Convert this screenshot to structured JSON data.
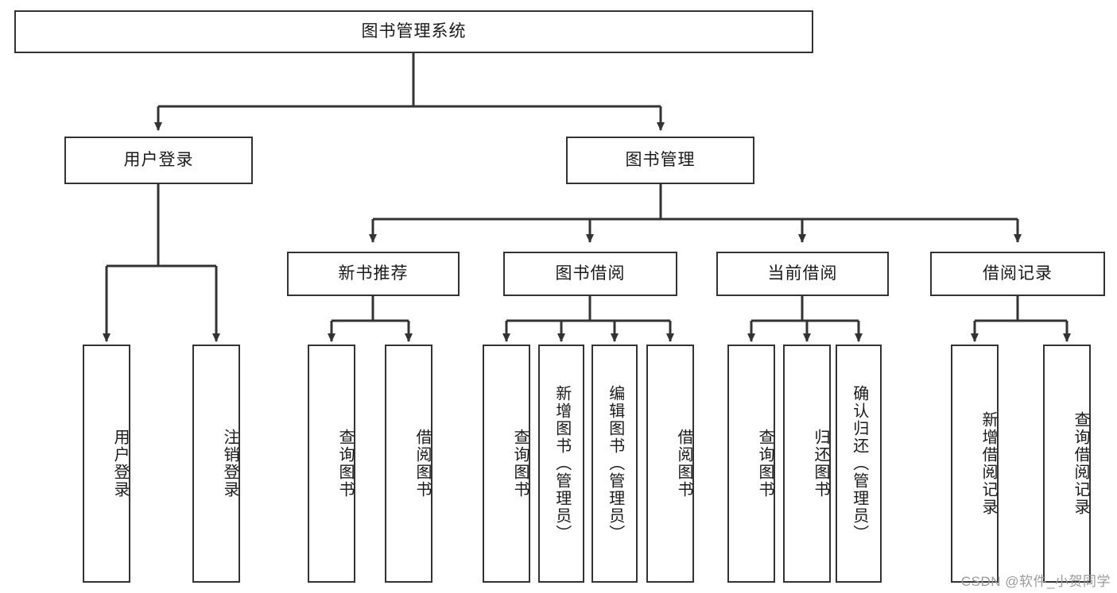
{
  "diagram": {
    "type": "hierarchy-tree",
    "title": "图书管理系统",
    "root": {
      "label": "图书管理系统"
    },
    "level2": [
      {
        "label": "用户登录"
      },
      {
        "label": "图书管理"
      }
    ],
    "level3": [
      {
        "label": "新书推荐"
      },
      {
        "label": "图书借阅"
      },
      {
        "label": "当前借阅"
      },
      {
        "label": "借阅记录"
      }
    ],
    "leaves": {
      "user_login": [
        {
          "label": "用户登录"
        },
        {
          "label": "注销登录"
        }
      ],
      "new_book_recommend": [
        {
          "label": "查询图书"
        },
        {
          "label": "借阅图书"
        }
      ],
      "book_borrow": [
        {
          "label": "查询图书"
        },
        {
          "label": "新增图书（管理员）"
        },
        {
          "label": "编辑图书（管理员）"
        },
        {
          "label": "借阅图书"
        }
      ],
      "current_borrow": [
        {
          "label": "查询图书"
        },
        {
          "label": "归还图书"
        },
        {
          "label": "确认归还（管理员）"
        }
      ],
      "borrow_record": [
        {
          "label": "新增借阅记录"
        },
        {
          "label": "查询借阅记录"
        }
      ]
    }
  },
  "watermark": {
    "text": "CSDN @软件_小贺同学"
  },
  "colors": {
    "stroke": "#333333",
    "background": "#ffffff",
    "text": "#1a1a1a",
    "watermark": "#9a9a9a"
  }
}
